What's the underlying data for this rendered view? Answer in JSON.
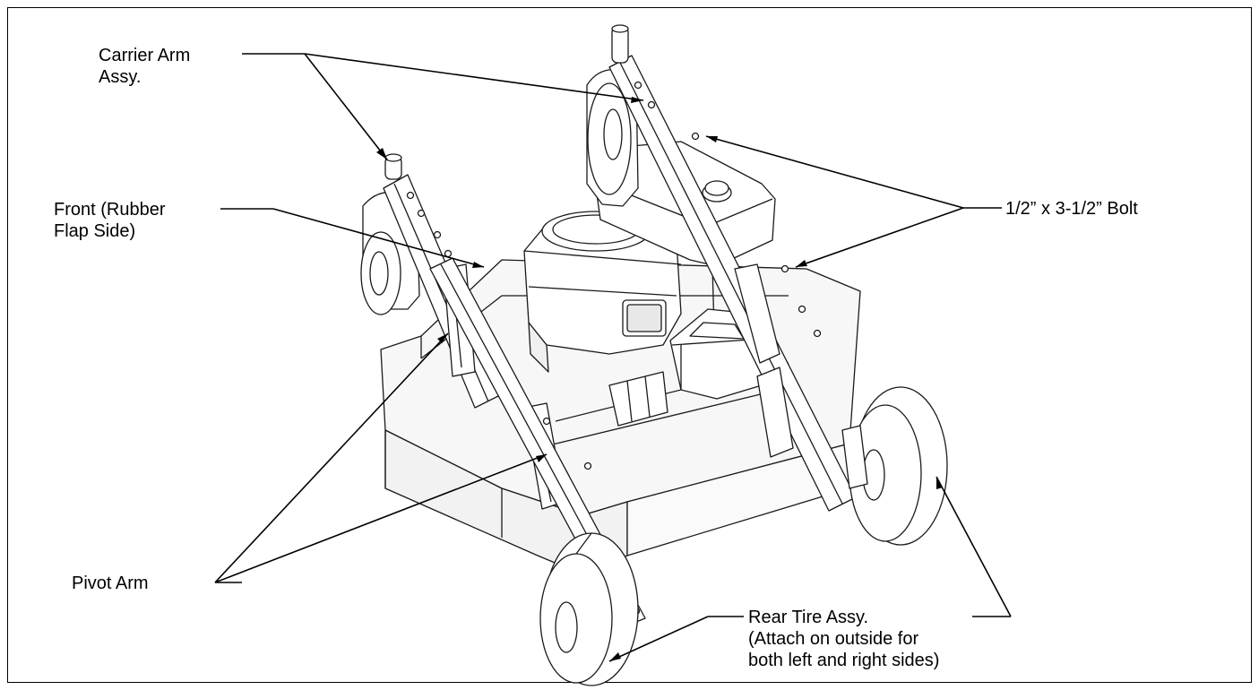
{
  "labels": {
    "carrier_arm": [
      "Carrier Arm",
      "Assy."
    ],
    "front": [
      "Front (Rubber",
      "Flap Side)"
    ],
    "bolt": "1/2” x 3-1/2” Bolt",
    "pivot_arm": "Pivot Arm",
    "rear_tire": [
      "Rear Tire Assy.",
      "(Attach on outside for",
      "both left and right sides)"
    ]
  }
}
